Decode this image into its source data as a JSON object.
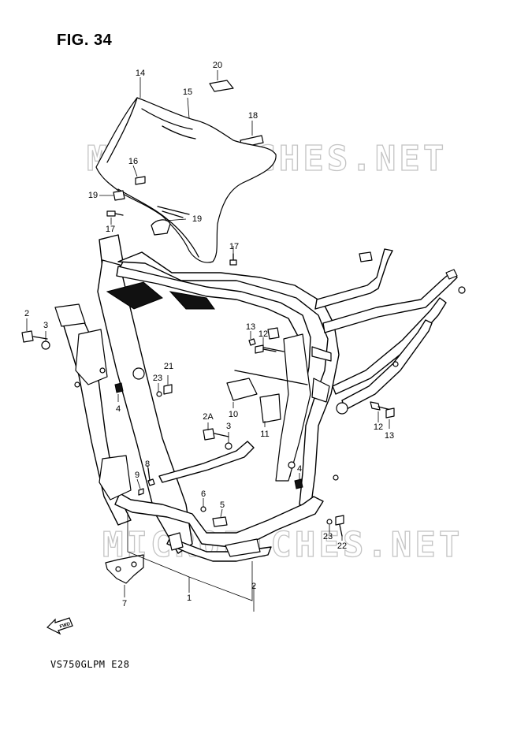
{
  "figure": {
    "title": "FIG. 34",
    "model_code": "VS750GLPM  E28",
    "fwd_label": "FWD"
  },
  "watermarks": [
    "MICROFICHES.NET",
    "MICROFICHES.NET"
  ],
  "callouts": {
    "p20": "20",
    "p14": "14",
    "p15": "15",
    "p18": "18",
    "p16": "16",
    "p19a": "19",
    "p19b": "19",
    "p17a": "17",
    "p17b": "17",
    "p2a": "2",
    "p3a": "3",
    "p4a": "4",
    "p23a": "23",
    "p21": "21",
    "p13a": "13",
    "p12a": "12",
    "p10": "10",
    "p11": "11",
    "p2A": "2A",
    "p3b": "3",
    "p4b": "4",
    "p12b": "12",
    "p13b": "13",
    "p8": "8",
    "p9": "9",
    "p6": "6",
    "p5": "5",
    "p23b": "23",
    "p22": "22",
    "p1": "1",
    "p2b": "2",
    "p7": "7"
  }
}
